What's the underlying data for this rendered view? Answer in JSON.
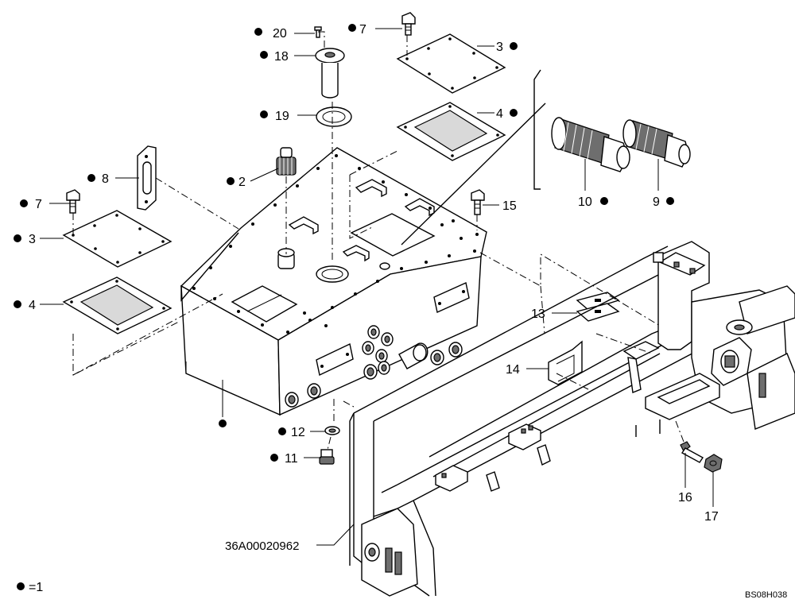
{
  "diagram": {
    "drawing_code": "BS08H038",
    "part_number_label": "36A00020962",
    "legend_text": "=1",
    "callouts": [
      {
        "id": "20",
        "marked": true
      },
      {
        "id": "7",
        "marked": true
      },
      {
        "id": "18",
        "marked": true
      },
      {
        "id": "19",
        "marked": true
      },
      {
        "id": "2",
        "marked": true
      },
      {
        "id": "8",
        "marked": true
      },
      {
        "id": "7",
        "marked": true
      },
      {
        "id": "3",
        "marked": true
      },
      {
        "id": "4",
        "marked": true
      },
      {
        "id": "3",
        "marked": true
      },
      {
        "id": "4",
        "marked": true
      },
      {
        "id": "10",
        "marked": true
      },
      {
        "id": "9",
        "marked": true
      },
      {
        "id": "15",
        "marked": true
      },
      {
        "id": "13",
        "marked": false
      },
      {
        "id": "14",
        "marked": false
      },
      {
        "id": "12",
        "marked": true
      },
      {
        "id": "11",
        "marked": true
      },
      {
        "id": "16",
        "marked": false
      },
      {
        "id": "17",
        "marked": false
      }
    ]
  }
}
